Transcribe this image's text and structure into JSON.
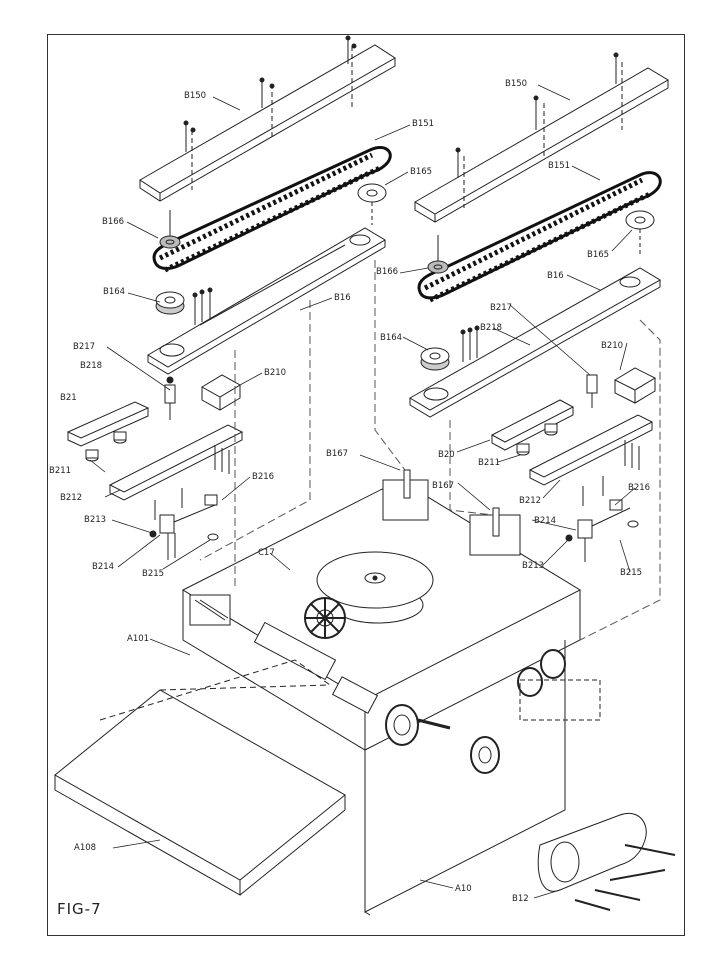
{
  "figure": {
    "label": "FIG-7",
    "labels": {
      "b150_left": "B150",
      "b150_right": "B150",
      "b151_left": "B151",
      "b151_right": "B151",
      "b165_left": "B165",
      "b165_right": "B165",
      "b166_left": "B166",
      "b166_right": "B166",
      "b164_left": "B164",
      "b164_right": "B164",
      "b16_left": "B16",
      "b16_right": "B16",
      "b217_left": "B217",
      "b217_right": "B217",
      "b218_left": "B218",
      "b218_right": "B218",
      "b210_left": "B210",
      "b210_right": "B210",
      "b21": "B21",
      "b20": "B20",
      "b211_left": "B211",
      "b211_right": "B211",
      "b212_left": "B212",
      "b212_right": "B212",
      "b216_left": "B216",
      "b216_right": "B216",
      "b213_left": "B213",
      "b213_right": "B213",
      "b214_left": "B214",
      "b214_right": "B214",
      "b215_left": "B215",
      "b215_right": "B215",
      "b167_left": "B167",
      "b167_right": "B167",
      "c17": "C17",
      "a101": "A101",
      "a108": "A108",
      "a10": "A10",
      "b12": "B12"
    }
  }
}
